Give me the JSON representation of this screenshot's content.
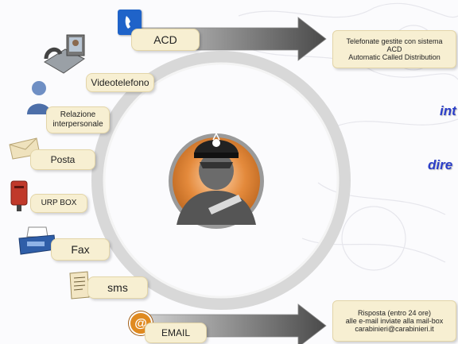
{
  "channels": [
    {
      "id": "acd",
      "label": "ACD",
      "icon": "phone-icon"
    },
    {
      "id": "video",
      "label": "Videotelefono",
      "icon": "videophone-icon"
    },
    {
      "id": "relazione",
      "label_line1": "Relazione",
      "label_line2": "interpersonale",
      "icon": "person-icon"
    },
    {
      "id": "posta",
      "label": "Posta",
      "icon": "envelope-icon"
    },
    {
      "id": "urp",
      "label": "URP BOX",
      "icon": "mailbox-icon"
    },
    {
      "id": "fax",
      "label": "Fax",
      "icon": "fax-machine-icon"
    },
    {
      "id": "sms",
      "label": "sms",
      "icon": "sms-note-icon"
    },
    {
      "id": "email",
      "label": "EMAIL",
      "icon": "email-at-icon"
    }
  ],
  "top_output": {
    "line1": "Telefonate gestite con sistema",
    "line2": "ACD",
    "line3": "Automatic Called Distribution"
  },
  "bottom_output": {
    "line1": "Risposta (entro 24 ore)",
    "line2": "alle e-mail inviate alla mail-box",
    "line3": "carabinieri@carabinieri.it"
  },
  "side_text": {
    "right1": "int",
    "right2": "dire"
  },
  "colors": {
    "label_bg": "#f7efd2",
    "side_text": "#2b3ec8",
    "ring": "#d9d9d9",
    "arrow": "#5a5a5a",
    "center": "#e48a3c"
  }
}
